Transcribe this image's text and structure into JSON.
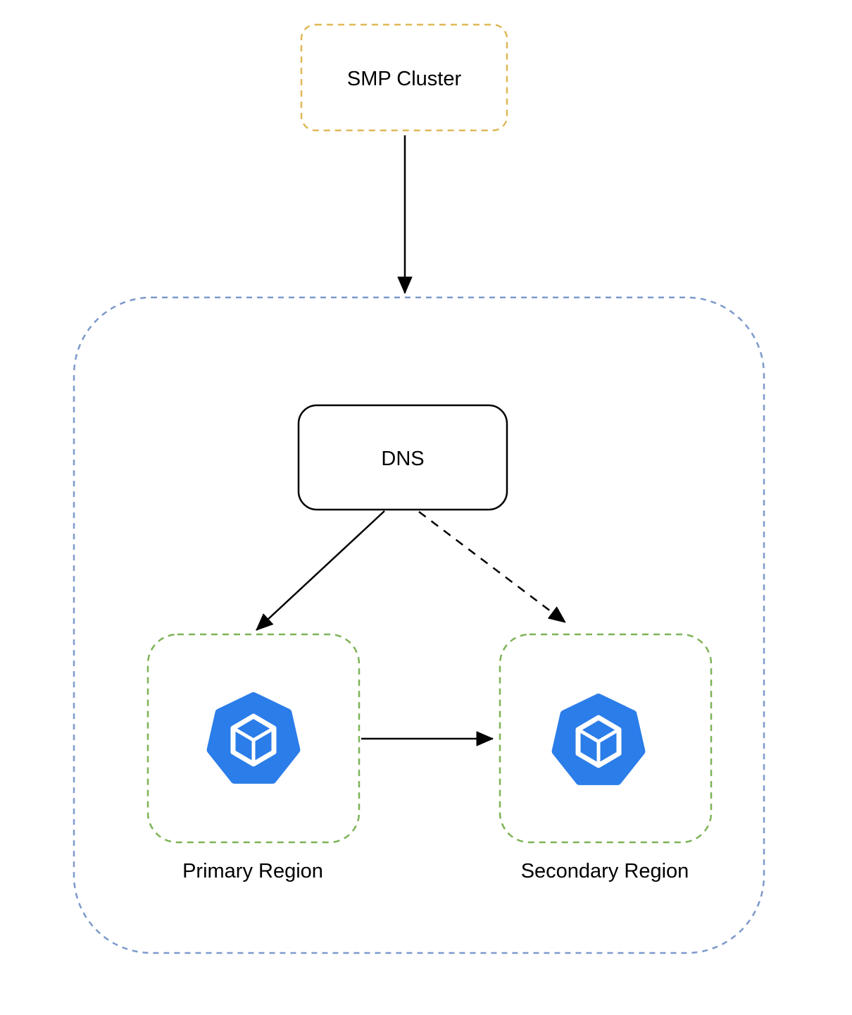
{
  "diagram": {
    "nodes": {
      "smp_cluster": {
        "label": "SMP Cluster"
      },
      "dns": {
        "label": "DNS"
      },
      "primary_region": {
        "label": "Primary Region"
      },
      "secondary_region": {
        "label": "Secondary Region"
      }
    }
  },
  "colors": {
    "background": "#ffffff",
    "smp_cluster_border": "#dfb857",
    "outer_group_border": "#7d99cc",
    "region_border": "#7eb356",
    "dns_border": "#000000",
    "arrow": "#000000",
    "icon_blue": "#2b7de9",
    "icon_cube": "#ffffff",
    "label_text": "#000000"
  }
}
